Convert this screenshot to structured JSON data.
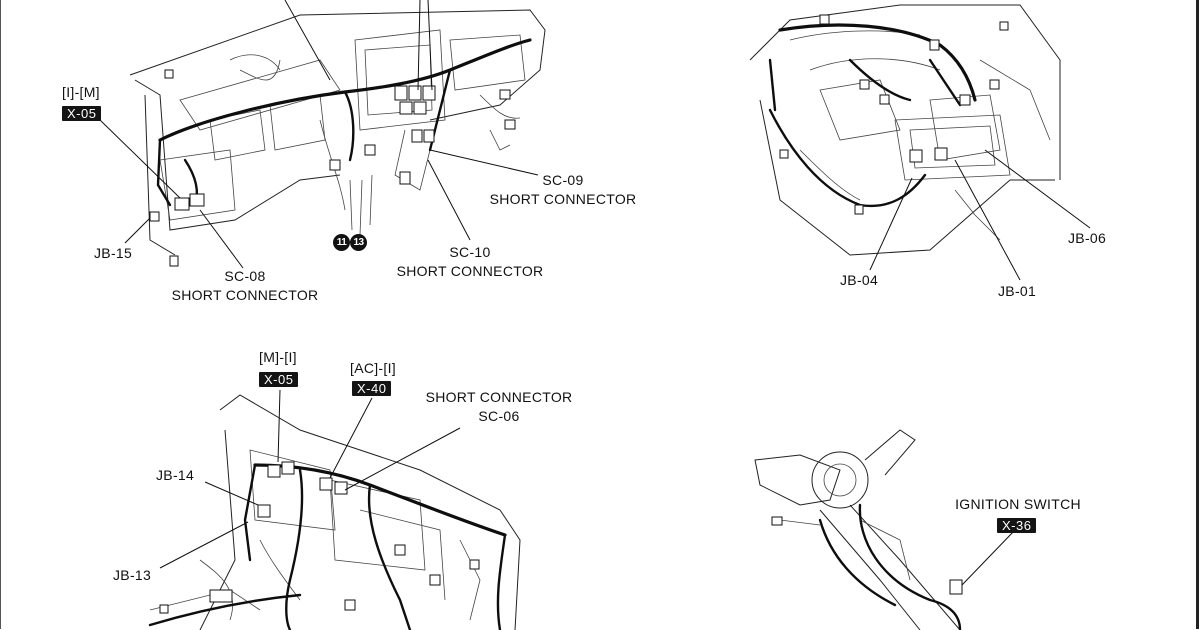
{
  "top_left": {
    "tag_label": "[I]-[M]",
    "tag_code": "X-05",
    "jb15": "JB-15",
    "sc08_code": "SC-08",
    "sc08_name": "SHORT CONNECTOR",
    "sc09_code": "SC-09",
    "sc09_name": "SHORT CONNECTOR",
    "sc10_code": "SC-10",
    "sc10_name": "SHORT CONNECTOR",
    "badge_a": "11",
    "badge_b": "13"
  },
  "top_right": {
    "jb04": "JB-04",
    "jb01": "JB-01",
    "jb06": "JB-06"
  },
  "bottom_left": {
    "tag1_label": "[M]-[I]",
    "tag1_code": "X-05",
    "tag2_label": "[AC]-[I]",
    "tag2_code": "X-40",
    "sc06_name": "SHORT CONNECTOR",
    "sc06_code": "SC-06",
    "jb14": "JB-14",
    "jb13": "JB-13"
  },
  "bottom_right": {
    "ign_name": "IGNITION SWITCH",
    "ign_code": "X-36"
  }
}
